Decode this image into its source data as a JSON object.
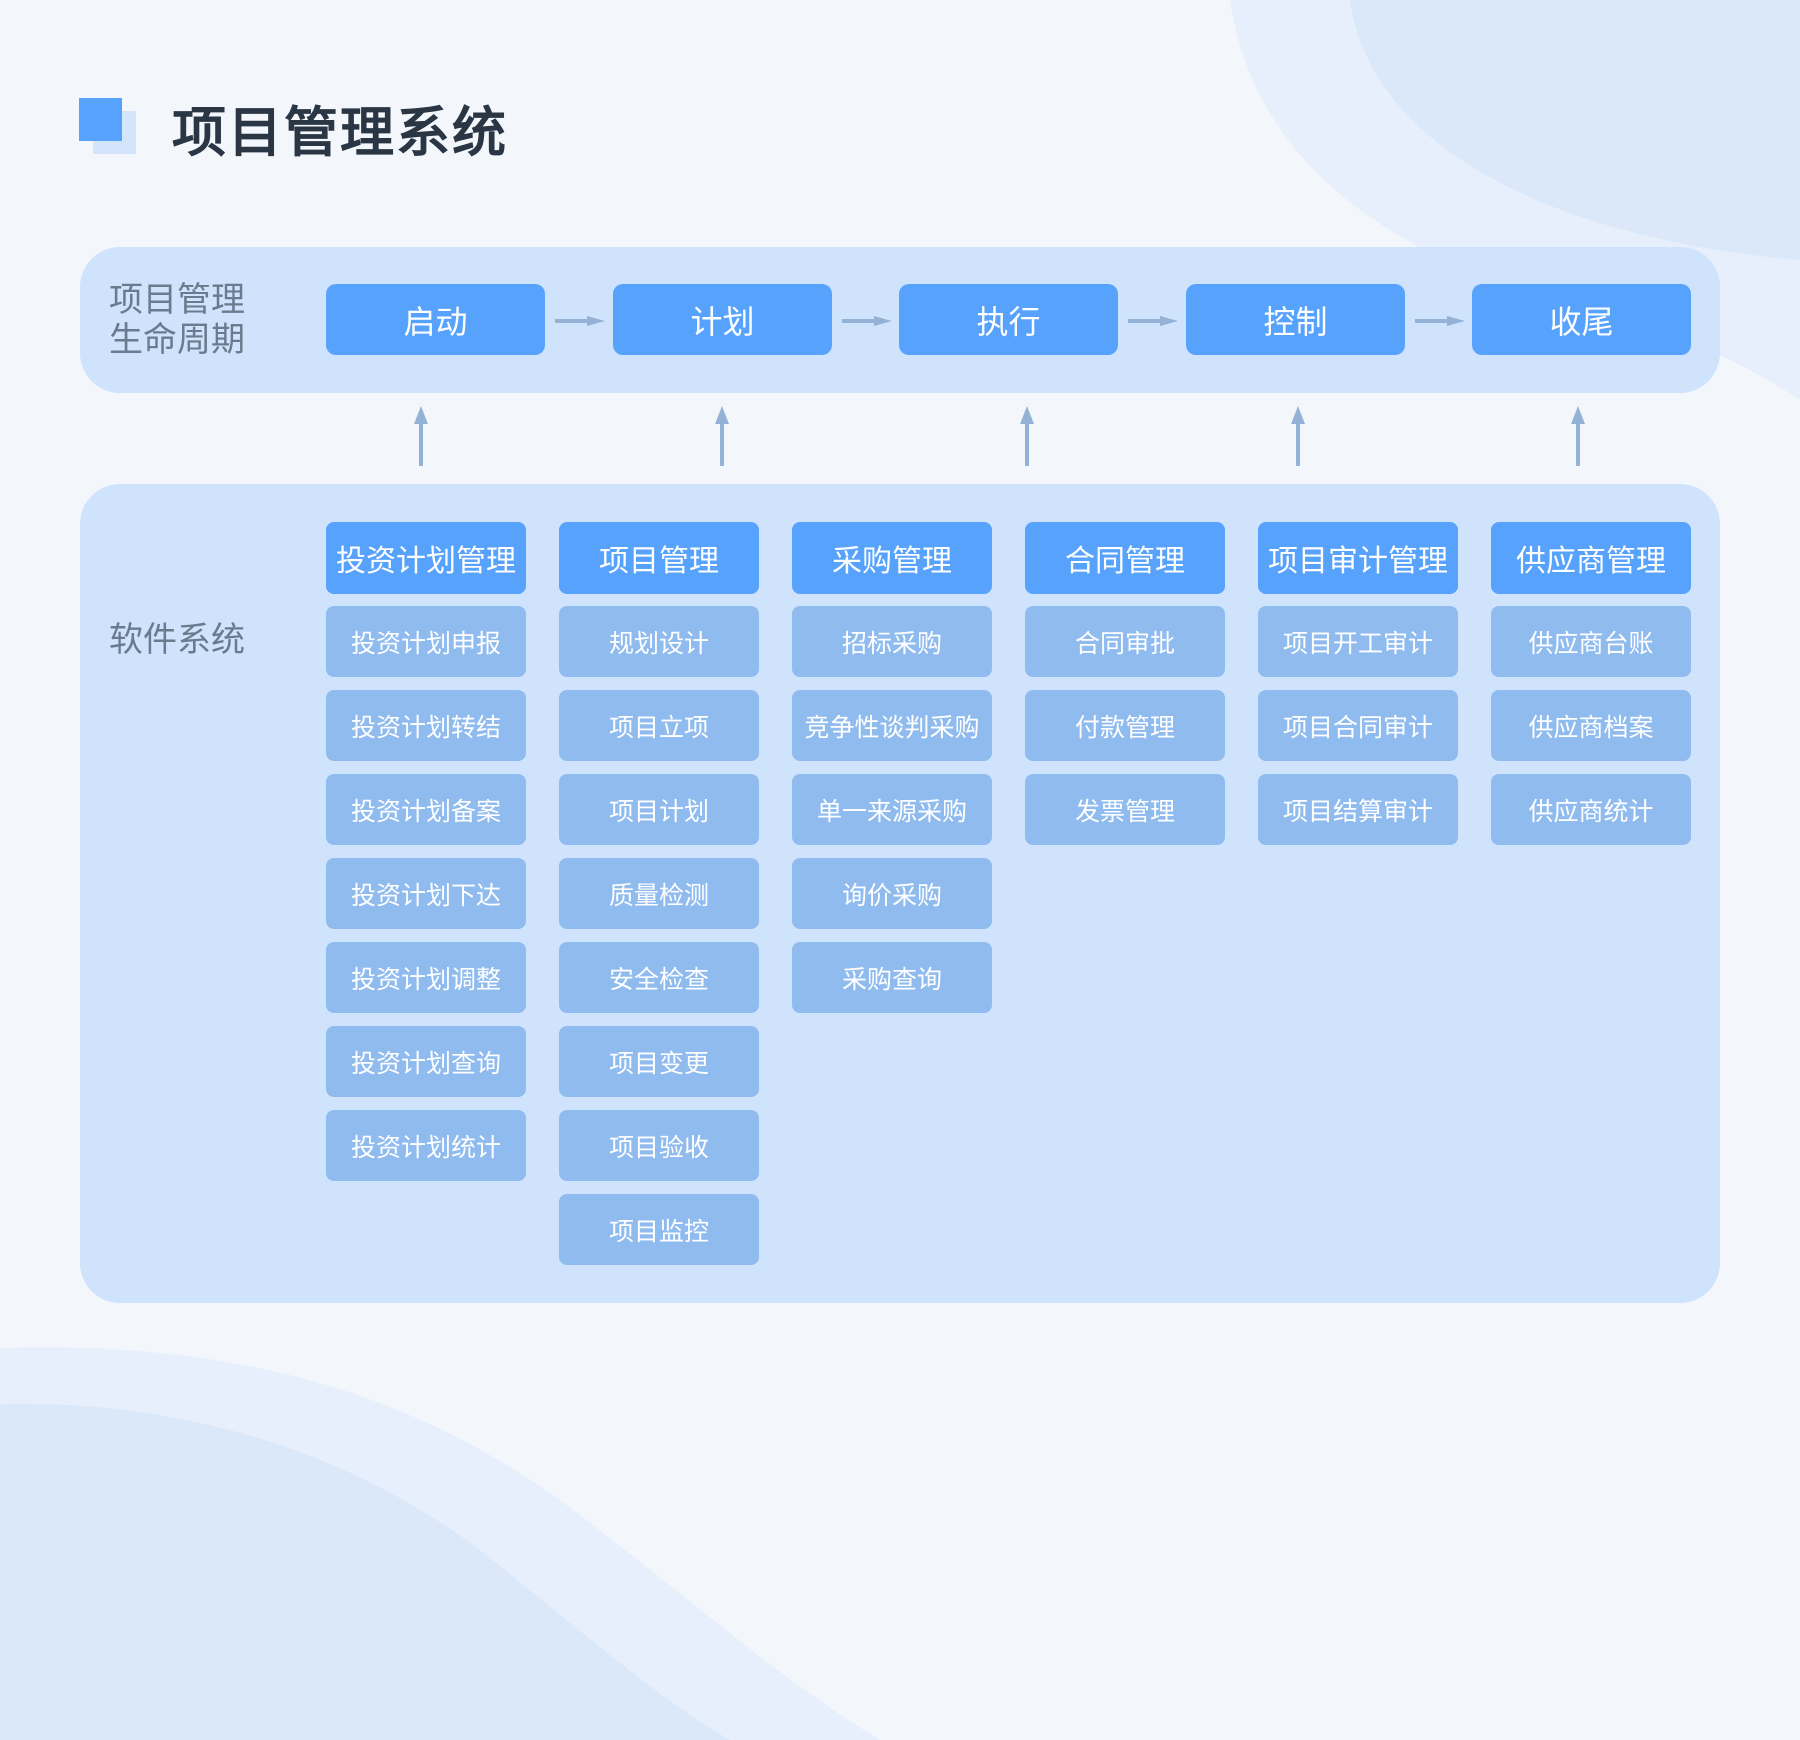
{
  "title": "项目管理系统",
  "lifecycle": {
    "label_line1": "项目管理",
    "label_line2": "生命周期",
    "phases": [
      "启动",
      "计划",
      "执行",
      "控制",
      "收尾"
    ]
  },
  "software": {
    "label": "软件系统",
    "columns": [
      {
        "header": "投资计划管理",
        "items": [
          "投资计划申报",
          "投资计划转结",
          "投资计划备案",
          "投资计划下达",
          "投资计划调整",
          "投资计划查询",
          "投资计划统计"
        ]
      },
      {
        "header": "项目管理",
        "items": [
          "规划设计",
          "项目立项",
          "项目计划",
          "质量检测",
          "安全检查",
          "项目变更",
          "项目验收",
          "项目监控"
        ]
      },
      {
        "header": "采购管理",
        "items": [
          "招标采购",
          "竞争性谈判采购",
          "单一来源采购",
          "询价采购",
          "采购查询"
        ]
      },
      {
        "header": "合同管理",
        "items": [
          "合同审批",
          "付款管理",
          "发票管理"
        ]
      },
      {
        "header": "项目审计管理",
        "items": [
          "项目开工审计",
          "项目合同审计",
          "项目结算审计"
        ]
      },
      {
        "header": "供应商管理",
        "items": [
          "供应商台账",
          "供应商档案",
          "供应商统计"
        ]
      }
    ]
  }
}
